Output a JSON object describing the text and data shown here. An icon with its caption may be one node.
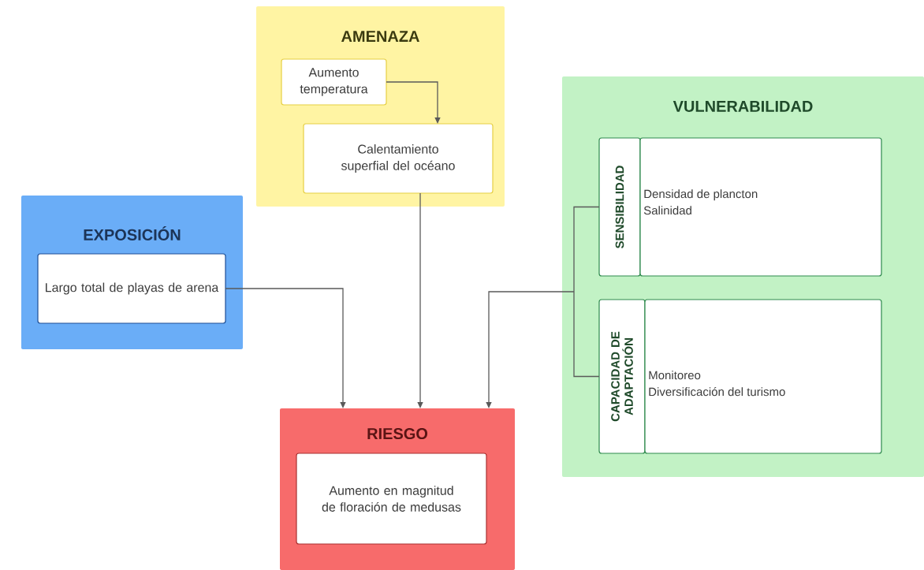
{
  "diagram": {
    "nodes": [
      {
        "text": [
          "AMENAZA"
        ]
      },
      {
        "text": [
          "Aumento temperatura"
        ],
        "in": 0
      },
      {
        "text": [
          "Calentamiento superfial del océano"
        ],
        "in": 0
      },
      {
        "text": [
          "VULNERABILIDAD"
        ]
      },
      {
        "text": [
          "SENSIBILIDAD"
        ],
        "in": 3
      },
      {
        "text": [
          "Densidad de plancton",
          "Salinidad"
        ],
        "in": 3
      },
      {
        "text": [
          "CAPACIDAD DE ADAPTACIÓN"
        ],
        "in": 3
      },
      {
        "text": [
          "Monitoreo",
          "Diversificación del turismo"
        ],
        "in": 3
      },
      {
        "text": [
          "EXPOSICIÓN"
        ]
      },
      {
        "text": [
          "Largo total de playas de arena"
        ],
        "in": 8
      },
      {
        "text": [
          "RIESGO"
        ]
      },
      {
        "text": [
          "Aumento en magnitud de floración de medusas"
        ],
        "in": 10
      }
    ],
    "edges": [
      {
        "from": 1,
        "to": 2,
        "arrow": "to"
      },
      {
        "from": 2,
        "to": 10,
        "arrow": "to"
      },
      {
        "from": 9,
        "to": 10,
        "arrow": "to"
      },
      {
        "from": 4,
        "to": 10,
        "arrow": "to"
      },
      {
        "from": 6,
        "to": 10,
        "arrow": "to"
      }
    ]
  }
}
